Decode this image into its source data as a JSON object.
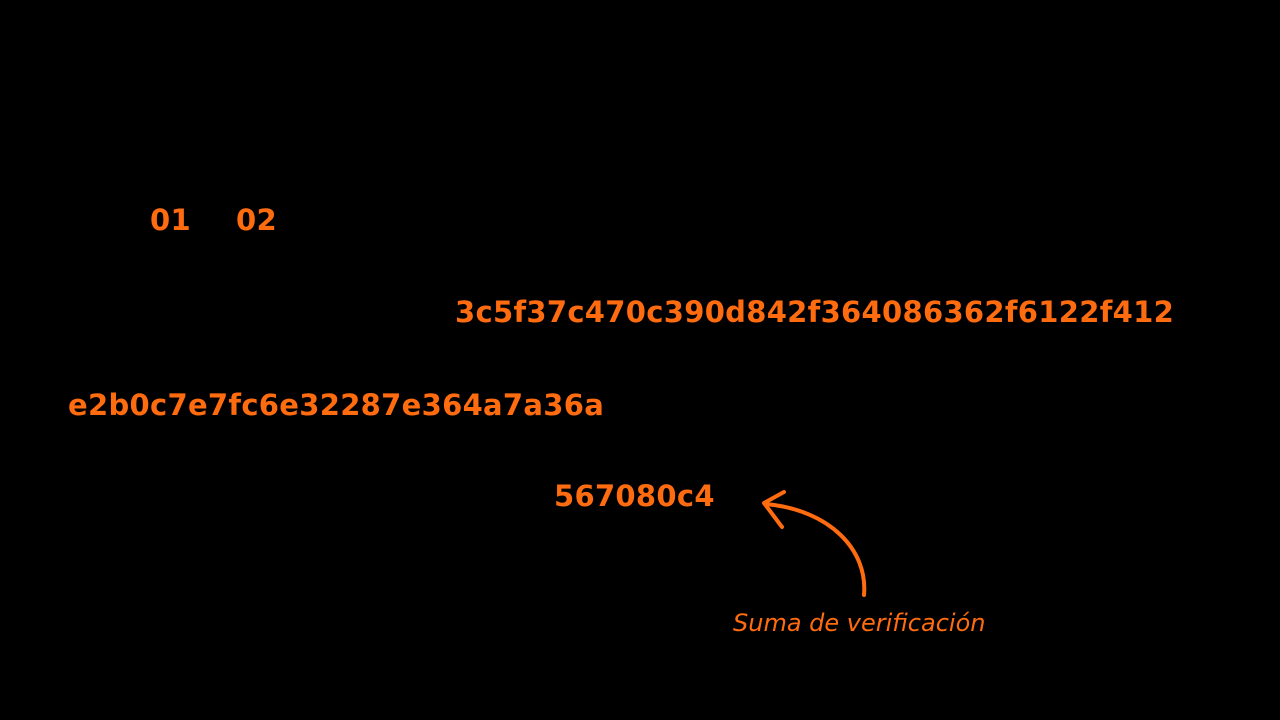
{
  "tokens": {
    "byte_01": "01",
    "byte_02": "02",
    "hash_line": "3c5f37c470c390d842f364086362f6122f412",
    "hex_line": "e2b0c7e7fc6e32287e364a7a36a",
    "checksum_value": "567080c4"
  },
  "annotation": {
    "label": "Suma de verificación",
    "arrow_icon": "curved-arrow-icon"
  },
  "colors": {
    "background": "#000000",
    "accent": "#ff6b0f"
  }
}
